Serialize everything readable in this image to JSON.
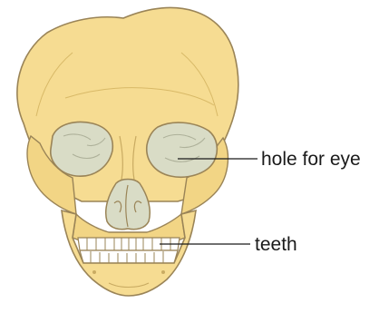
{
  "diagram": {
    "subject": "front view of a human skull",
    "labels": [
      {
        "id": "eye",
        "text": "hole for eye"
      },
      {
        "id": "teeth",
        "text": "teeth"
      }
    ]
  },
  "colors": {
    "bone": "#f6dc92",
    "bone_shadow": "#e9c877",
    "outline": "#9a8457",
    "orbit_fill": "#d9dcc6",
    "teeth": "#ffffff",
    "leader_line": "#1a1a1a"
  }
}
